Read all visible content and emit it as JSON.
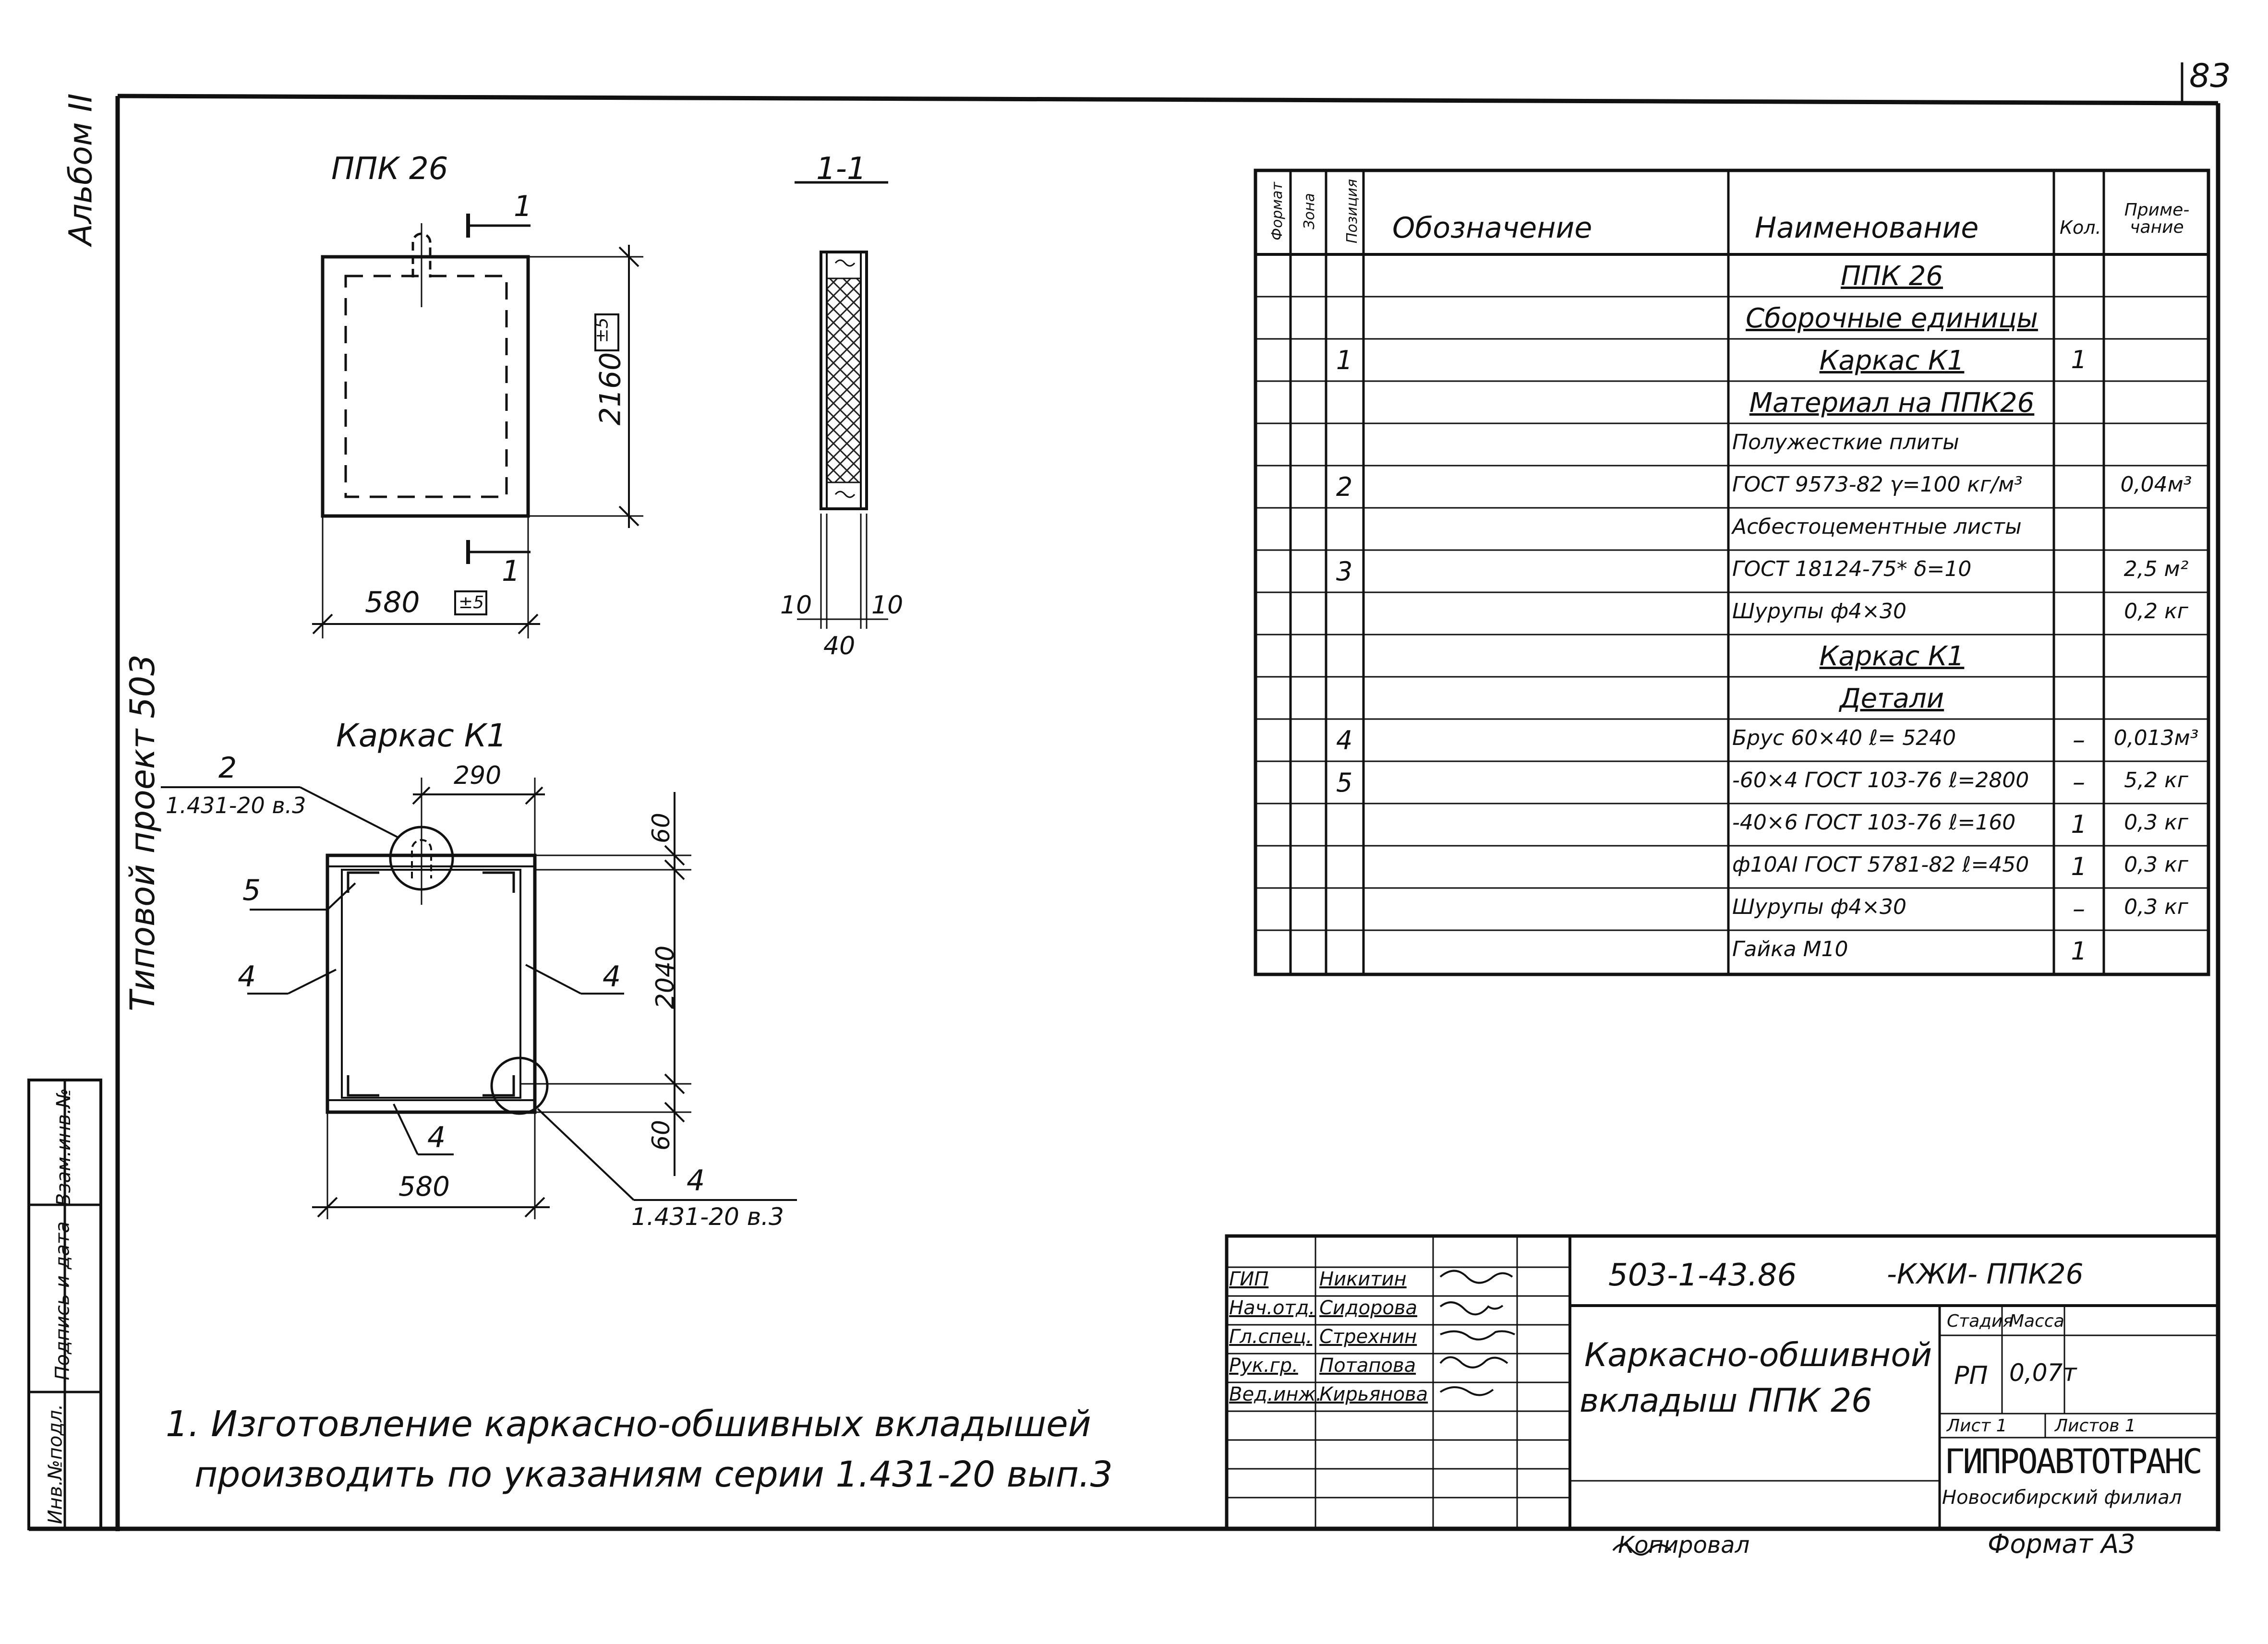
{
  "sheet": {
    "page_number": "83",
    "album": "Альбом II",
    "project": "Типовой проект 503",
    "side_cols": [
      "Инв.№подл.",
      "Подпись и дата",
      "Взам.инв.№"
    ]
  },
  "views": {
    "panel_title": "ППК 26",
    "section_title": "1-1",
    "frame_title": "Каркас К1",
    "cut_mark": "1",
    "panel_height": "2160",
    "panel_width": "580",
    "tolerance": "±5",
    "sec_left": "10",
    "sec_right": "10",
    "sec_total": "40",
    "frame_top": "290",
    "frame_height": "2040",
    "frame_gap_top": "60",
    "frame_gap_bottom": "60",
    "frame_width": "580",
    "leader_2": "2",
    "leader_2_ref": "1.431-20 в.3",
    "leader_5": "5",
    "leader_4": "4",
    "leader_4_ref": "1.431-20 в.3"
  },
  "spec": {
    "headers": {
      "format": "Формат",
      "zone": "Зона",
      "pos": "Позиция",
      "designation": "Обозначение",
      "name": "Наименование",
      "qty": "Кол.",
      "note": "Приме-чание"
    },
    "rows": [
      {
        "pos": "",
        "name": "ППК 26",
        "qty": "",
        "note": "",
        "u": true
      },
      {
        "pos": "",
        "name": "Сборочные единицы",
        "qty": "",
        "note": "",
        "u": true
      },
      {
        "pos": "1",
        "name": "Каркас К1",
        "qty": "1",
        "note": "",
        "u": true
      },
      {
        "pos": "",
        "name": "Материал на ППК26",
        "qty": "",
        "note": "",
        "u": true
      },
      {
        "pos": "",
        "name": "Полужесткие плиты",
        "qty": "",
        "note": "",
        "u": false
      },
      {
        "pos": "2",
        "name": "ГОСТ 9573-82 γ=100 кг/м³",
        "qty": "",
        "note": "0,04м³",
        "u": false
      },
      {
        "pos": "",
        "name": "Асбестоцементные листы",
        "qty": "",
        "note": "",
        "u": false
      },
      {
        "pos": "3",
        "name": "ГОСТ 18124-75* δ=10",
        "qty": "",
        "note": "2,5 м²",
        "u": false
      },
      {
        "pos": "",
        "name": "Шурупы ф4×30",
        "qty": "",
        "note": "0,2 кг",
        "u": false
      },
      {
        "pos": "",
        "name": "Каркас К1",
        "qty": "",
        "note": "",
        "u": true
      },
      {
        "pos": "",
        "name": "Детали",
        "qty": "",
        "note": "",
        "u": true
      },
      {
        "pos": "4",
        "name": "Брус 60×40  ℓ= 5240",
        "qty": "–",
        "note": "0,013м³",
        "u": false
      },
      {
        "pos": "5",
        "name": "-60×4 ГОСТ 103-76 ℓ=2800",
        "qty": "–",
        "note": "5,2 кг",
        "u": false
      },
      {
        "pos": "",
        "name": "-40×6 ГОСТ 103-76 ℓ=160",
        "qty": "1",
        "note": "0,3 кг",
        "u": false
      },
      {
        "pos": "",
        "name": "ф10АI ГОСТ 5781-82 ℓ=450",
        "qty": "1",
        "note": "0,3 кг",
        "u": false
      },
      {
        "pos": "",
        "name": "Шурупы ф4×30",
        "qty": "–",
        "note": "0,3 кг",
        "u": false
      },
      {
        "pos": "",
        "name": "Гайка М10",
        "qty": "1",
        "note": "",
        "u": false
      }
    ]
  },
  "note": {
    "line1": "1. Изготовление каркасно-обшивных вкладышей",
    "line2": "производить по указаниям серии 1.431-20 вып.3"
  },
  "titleblock": {
    "signers": [
      {
        "role": "ГИП",
        "name": "Никитин"
      },
      {
        "role": "Нач.отд.",
        "name": "Сидорова"
      },
      {
        "role": "Гл.спец.",
        "name": "Стрехнин"
      },
      {
        "role": "Рук.гр.",
        "name": "Потапова"
      },
      {
        "role": "Вед.инж.",
        "name": "Кирьянова"
      }
    ],
    "code": "503-1-43.86",
    "code_suffix": "-КЖИ- ППК26",
    "title_line1": "Каркасно-обшивной",
    "title_line2": "вкладыш ППК 26",
    "stage_label": "Стадия",
    "mass_label": "Масса",
    "stage": "РП",
    "mass": "0,07т",
    "sheet": "Лист 1",
    "sheets": "Листов 1",
    "org": "ГИПРОАВТОТРАНС",
    "branch": "Новосибирский филиал",
    "copied": "Копировал",
    "format": "Формат А3"
  }
}
